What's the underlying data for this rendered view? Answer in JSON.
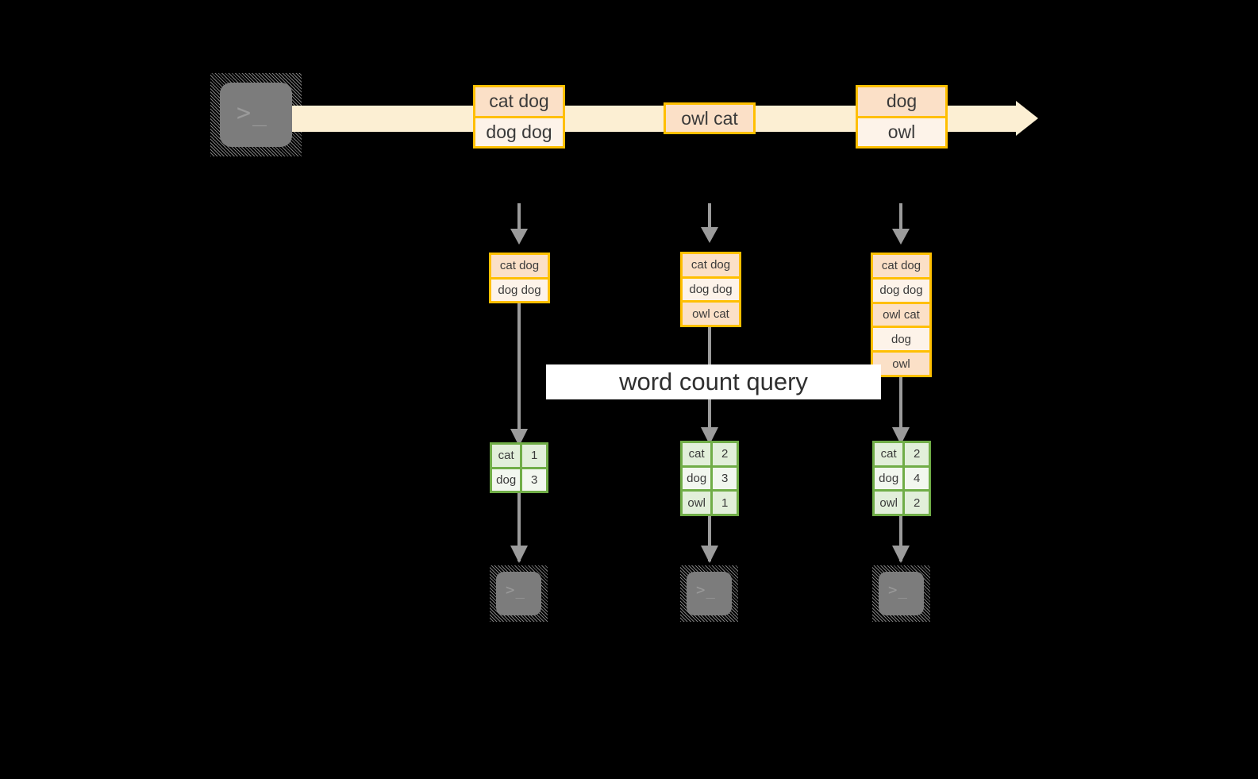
{
  "diagram": {
    "title_label": "word count query",
    "colors": {
      "background": "#000000",
      "event_border": "#ffbf00",
      "event_fill_dark": "#fbe0c7",
      "event_fill_light": "#fdf3e9",
      "stream_band": "#fcefd3",
      "table_border": "#70ad47",
      "table_fill_dark": "#e2efda",
      "table_fill_light": "#f2f7ef",
      "connector": "#9b9b9b",
      "terminal_body": "#7c7c7c",
      "label_band": "#ffffff",
      "text": "#3a3a3a"
    },
    "source": {
      "icon_name": "terminal-icon",
      "glyph": ">_"
    },
    "stream": {
      "icon_name": "stream-arrow",
      "batches": [
        {
          "id": "batch-1",
          "events": [
            "cat dog",
            "dog dog"
          ]
        },
        {
          "id": "batch-2",
          "events": [
            "owl cat"
          ]
        },
        {
          "id": "batch-3",
          "events": [
            "dog",
            "owl"
          ]
        }
      ]
    },
    "snapshots": [
      {
        "id": "snapshot-1",
        "events": [
          "cat dog",
          "dog dog"
        ],
        "results": [
          {
            "word": "cat",
            "count": "1"
          },
          {
            "word": "dog",
            "count": "3"
          }
        ],
        "sink": {
          "icon_name": "terminal-icon",
          "glyph": ">_"
        }
      },
      {
        "id": "snapshot-2",
        "events": [
          "cat dog",
          "dog dog",
          "owl cat"
        ],
        "results": [
          {
            "word": "cat",
            "count": "2"
          },
          {
            "word": "dog",
            "count": "3"
          },
          {
            "word": "owl",
            "count": "1"
          }
        ],
        "sink": {
          "icon_name": "terminal-icon",
          "glyph": ">_"
        }
      },
      {
        "id": "snapshot-3",
        "events": [
          "cat dog",
          "dog dog",
          "owl cat",
          "dog",
          "owl"
        ],
        "results": [
          {
            "word": "cat",
            "count": "2"
          },
          {
            "word": "dog",
            "count": "4"
          },
          {
            "word": "owl",
            "count": "2"
          }
        ],
        "sink": {
          "icon_name": "terminal-icon",
          "glyph": ">_"
        }
      }
    ]
  }
}
